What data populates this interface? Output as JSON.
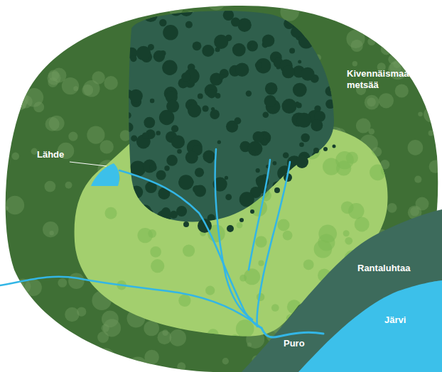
{
  "diagram": {
    "labels": [
      "Lähde",
      "Kivennäismaa-metsää",
      "Rantaluhtaa",
      "Järvi",
      "Puro"
    ]
  }
}
